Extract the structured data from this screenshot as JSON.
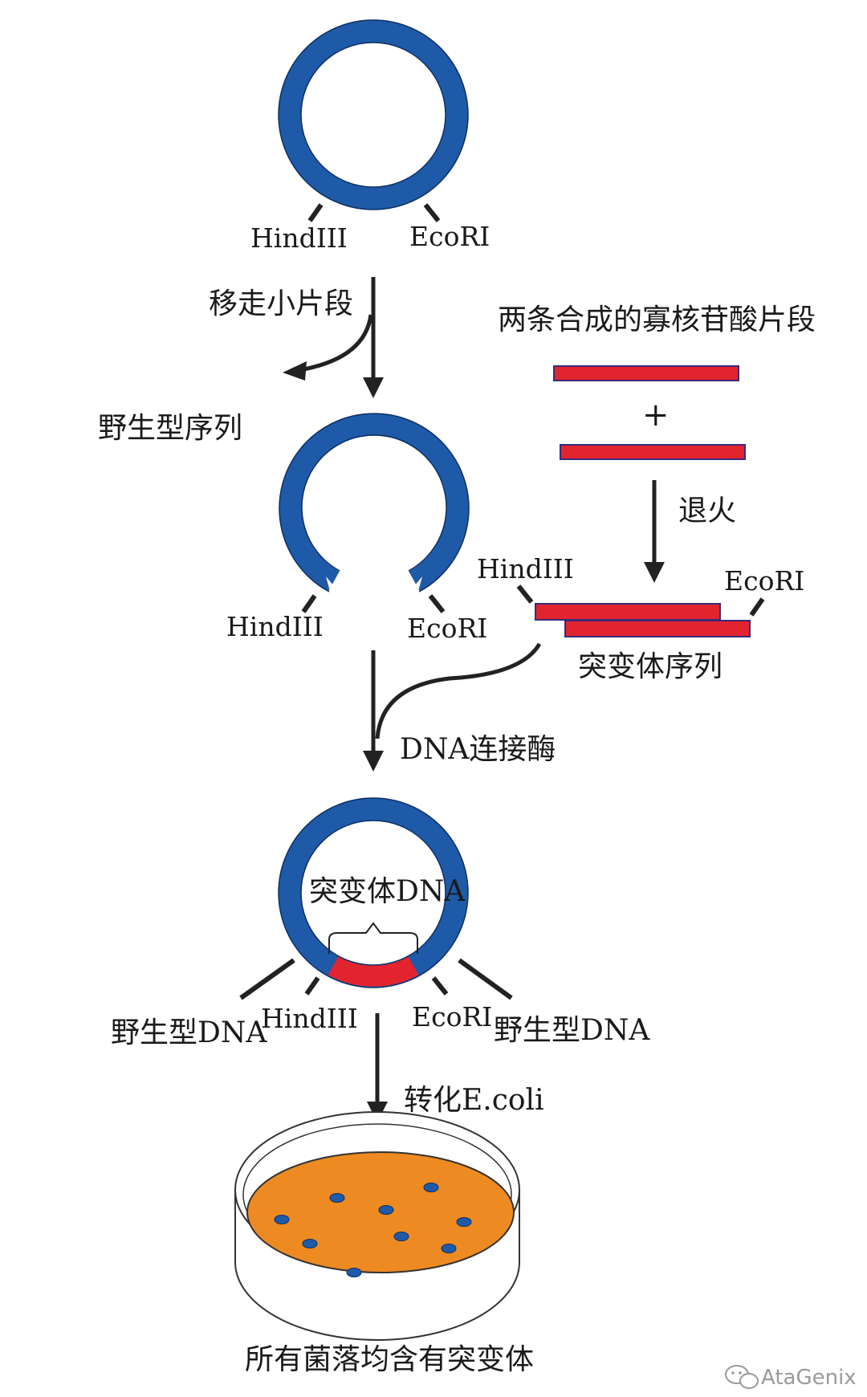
{
  "colors": {
    "plasmid": "#1e5aa8",
    "plasmid_edge": "#0f2f63",
    "oligo": "#e2242f",
    "oligo_edge": "#3a2a7a",
    "agar": "#ee8a22",
    "colony": "#1e5aa8",
    "line": "#222222"
  },
  "step1": {
    "hind_label": "HindIII",
    "eco_label": "EcoRI",
    "remove_label": "移走小片段"
  },
  "step2": {
    "wildtype_label": "野生型序列",
    "hind_label": "HindIII",
    "eco_label": "EcoRI"
  },
  "oligos": {
    "title": "两条合成的寡核苷酸片段",
    "plus": "+",
    "anneal_label": "退火",
    "hind_label": "HindIII",
    "eco_label": "EcoRI",
    "mutant_seq_label": "突变体序列"
  },
  "ligation": {
    "ligase_label": "DNA连接酶"
  },
  "step3": {
    "center_label": "突变体DNA",
    "wt_dna_left": "野生型DNA",
    "wt_dna_right": "野生型DNA",
    "hind_label": "HindIII",
    "eco_label": "EcoRI",
    "transform_label": "转化E.coli"
  },
  "result": {
    "caption": "所有菌落均含有突变体"
  },
  "watermark": {
    "icon": "wechat-icon",
    "text": "AtaGenix"
  }
}
